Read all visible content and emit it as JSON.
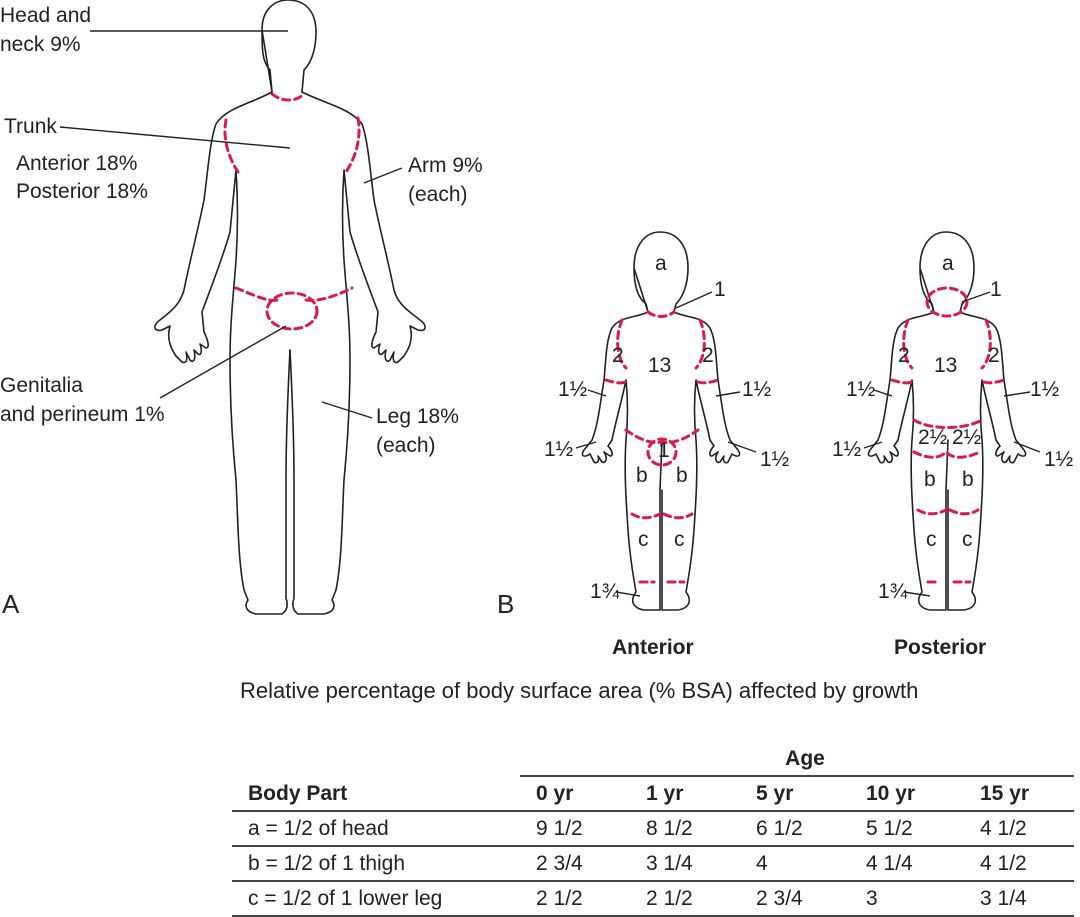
{
  "panel_a": {
    "letter": "A",
    "labels": {
      "head_neck_1": "Head and",
      "head_neck_2": "neck 9%",
      "trunk": "Trunk",
      "anterior": "Anterior 18%",
      "posterior": "Posterior 18%",
      "arm_1": "Arm 9%",
      "arm_2": "(each)",
      "genitalia_1": "Genitalia",
      "genitalia_2": "and perineum 1%",
      "leg_1": "Leg 18%",
      "leg_2": "(each)"
    }
  },
  "panel_b": {
    "letter": "B",
    "anterior_title": "Anterior",
    "posterior_title": "Posterior",
    "region_a": "a",
    "region_b": "b",
    "region_c": "c",
    "neck": "1",
    "trunk": "13",
    "upper_arm": "2",
    "genital": "1",
    "buttock": "2½",
    "one_half": "1½",
    "one_three_quarter": "1¾"
  },
  "colors": {
    "dashed_boundary": "#d81b4a",
    "outline": "#222222"
  },
  "caption": "Relative percentage of body surface area (% BSA) affected by growth",
  "table": {
    "age_header": "Age",
    "body_part_header": "Body Part",
    "ages": [
      "0 yr",
      "1 yr",
      "5 yr",
      "10 yr",
      "15 yr"
    ],
    "rows": [
      {
        "part": "a = 1/2 of head",
        "values": [
          "9 1/2",
          "8 1/2",
          "6 1/2",
          "5 1/2",
          "4 1/2"
        ]
      },
      {
        "part": "b = 1/2 of 1 thigh",
        "values": [
          "2 3/4",
          "3 1/4",
          "4",
          "4 1/4",
          "4 1/2"
        ]
      },
      {
        "part": "c = 1/2 of 1 lower leg",
        "values": [
          "2 1/2",
          "2 1/2",
          "2 3/4",
          "3",
          "3 1/4"
        ]
      }
    ]
  }
}
